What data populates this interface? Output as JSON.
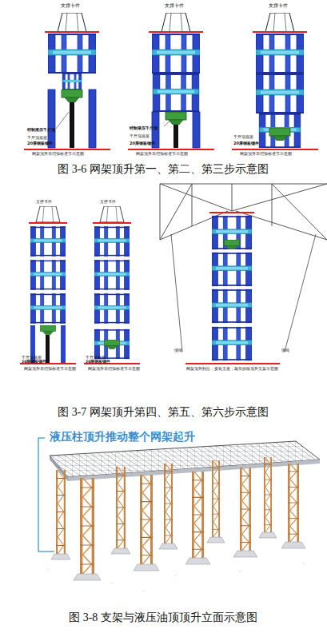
{
  "diagram": {
    "labels": [
      "支撑卡件",
      "支撑卡件",
      "支撑卡件",
      "特制液压千斤顶",
      "千斤顶底座",
      "20厚钢板铺件",
      "网架顶升后增加标准节示意图",
      "特制液压千斤顶",
      "千斤顶底座",
      "20厚钢板铺件",
      "网架顶升后增加标准节示意图",
      "千斤顶底座",
      "20厚钢板铺件",
      "网架顶升后增加标准节示意图",
      "图 3-6 网架顶升第一、第二、第三步示意图",
      "支撑卡件",
      "支撑卡件",
      "千斤顶底座",
      "20厚钢板铺件",
      "网架顶升后增加标准节示意图",
      "千斤顶底座",
      "20厚钢板铺件",
      "网架顶升后增加标准节示意图",
      "缆绳",
      "缆绳",
      "网架顶升到位，安装支座，最后拆除顶升支架示意图",
      "图 3-7 网架顶升第四、第五、第六步示意图",
      "液压柱顶升推动整个网架起升",
      "图 3-8 支架与液压油顶顶升立面示意图"
    ]
  }
}
